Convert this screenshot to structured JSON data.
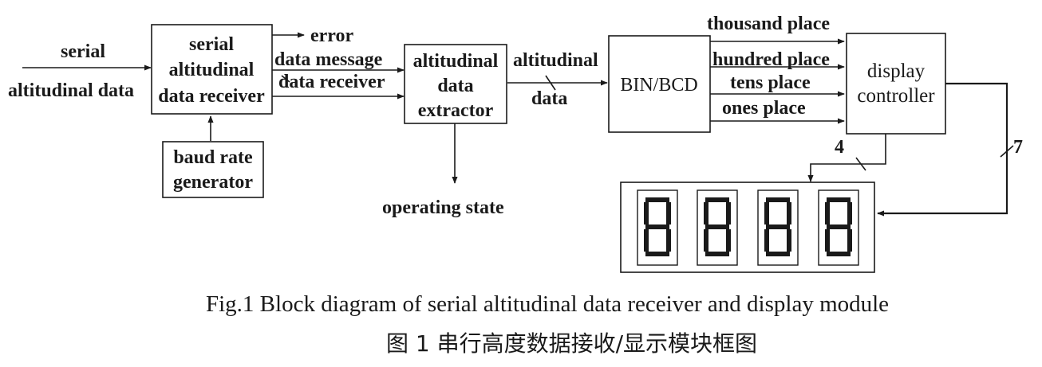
{
  "diagram": {
    "input": {
      "line1": "serial",
      "line2": "altitudinal data"
    },
    "receiver_block": {
      "line1": "serial",
      "line2": "altitudinal",
      "line3": "data receiver"
    },
    "baud_block": {
      "line1": "baud rate",
      "line2": "generator"
    },
    "receiver_outputs": {
      "error": "error",
      "data_message": "data message",
      "data_receiver": "data receiver"
    },
    "extractor_block": {
      "line1": "altitudinal",
      "line2": "data",
      "line3": "extractor"
    },
    "extractor_output": "operating state",
    "extractor_data": {
      "line1": "altitudinal",
      "line2": "data"
    },
    "bcd_block": "BIN/BCD",
    "places": {
      "thousand": "thousand place",
      "hundred": "hundred place",
      "tens": "tens place",
      "ones": "ones place"
    },
    "controller_block": {
      "line1": "display",
      "line2": "controller"
    },
    "bus_widths": {
      "digit_select": "4",
      "segments": "7"
    }
  },
  "caption": {
    "english": "Fig.1 Block diagram of serial altitudinal data receiver and display module",
    "chinese": "图 1 串行高度数据接收/显示模块框图"
  }
}
